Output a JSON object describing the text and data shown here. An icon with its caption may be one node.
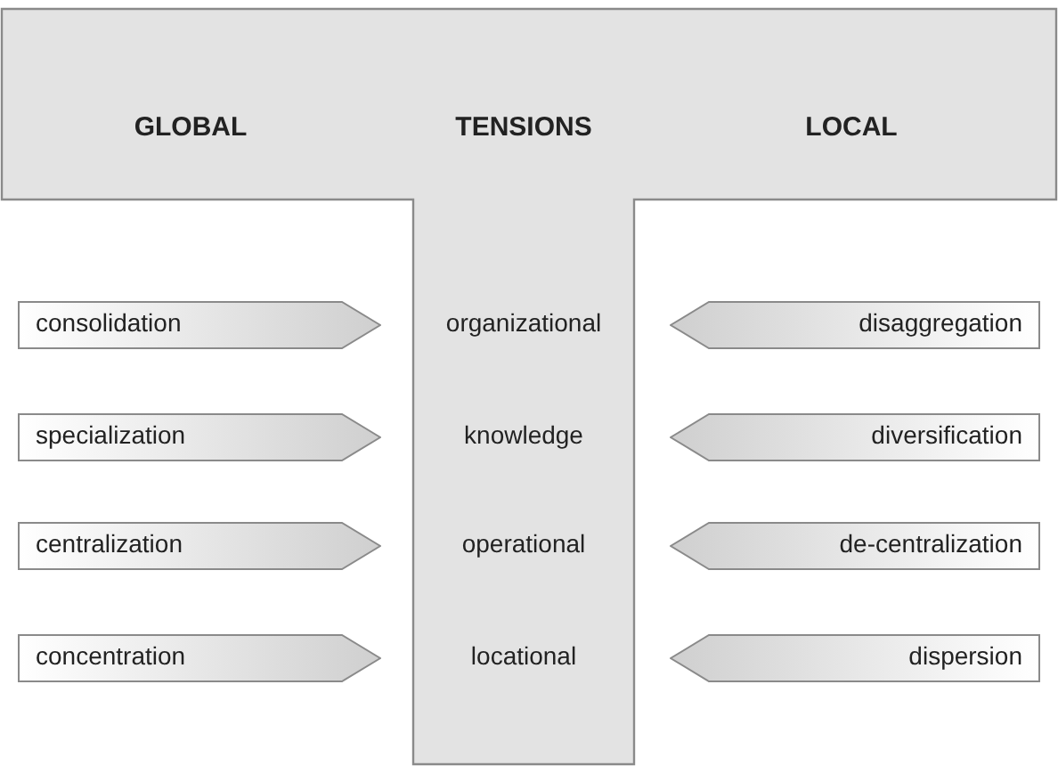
{
  "diagram": {
    "nodes": [
      {
        "text": [
          "GLOBAL",
          "TENSIONS",
          "LOCAL",
          "organizational",
          "knowledge",
          "operational",
          "locational"
        ]
      },
      {
        "text": [
          "consolidation"
        ]
      },
      {
        "text": [
          "disaggregation"
        ]
      },
      {
        "text": [
          "specialization"
        ]
      },
      {
        "text": [
          "diversification"
        ]
      },
      {
        "text": [
          "centralization"
        ]
      },
      {
        "text": [
          "de-centralization"
        ]
      },
      {
        "text": [
          "concentration"
        ]
      },
      {
        "text": [
          "dispersion"
        ]
      }
    ]
  }
}
